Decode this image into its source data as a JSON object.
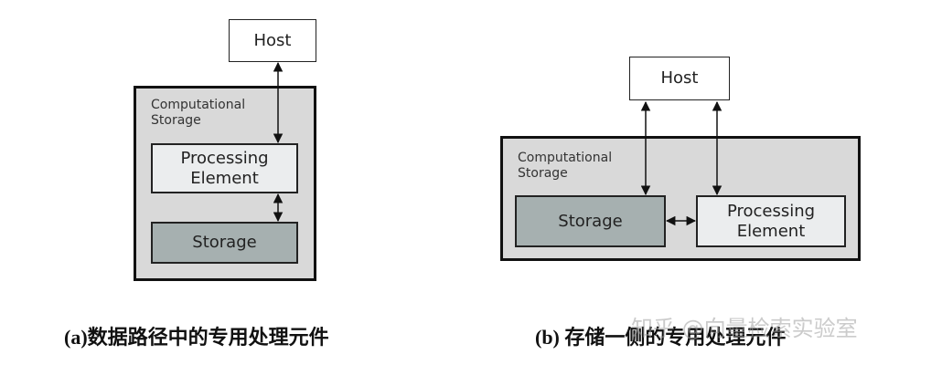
{
  "diagram_a": {
    "host": "Host",
    "container_label_line1": "Computational",
    "container_label_line2": "Storage",
    "processing_element_line1": "Processing",
    "processing_element_line2": "Element",
    "storage": "Storage",
    "caption": "(a)数据路径中的专用处理元件"
  },
  "diagram_b": {
    "host": "Host",
    "container_label_line1": "Computational",
    "container_label_line2": "Storage",
    "processing_element_line1": "Processing",
    "processing_element_line2": "Element",
    "storage": "Storage",
    "caption": "(b) 存储一侧的专用处理元件"
  },
  "watermark": "知乎 @向量检索实验室",
  "colors": {
    "container_fill": "#d9d9d9",
    "processing_element_fill": "#ebedee",
    "storage_fill": "#a6b0b0",
    "host_fill": "#ffffff",
    "border": "#111111"
  }
}
